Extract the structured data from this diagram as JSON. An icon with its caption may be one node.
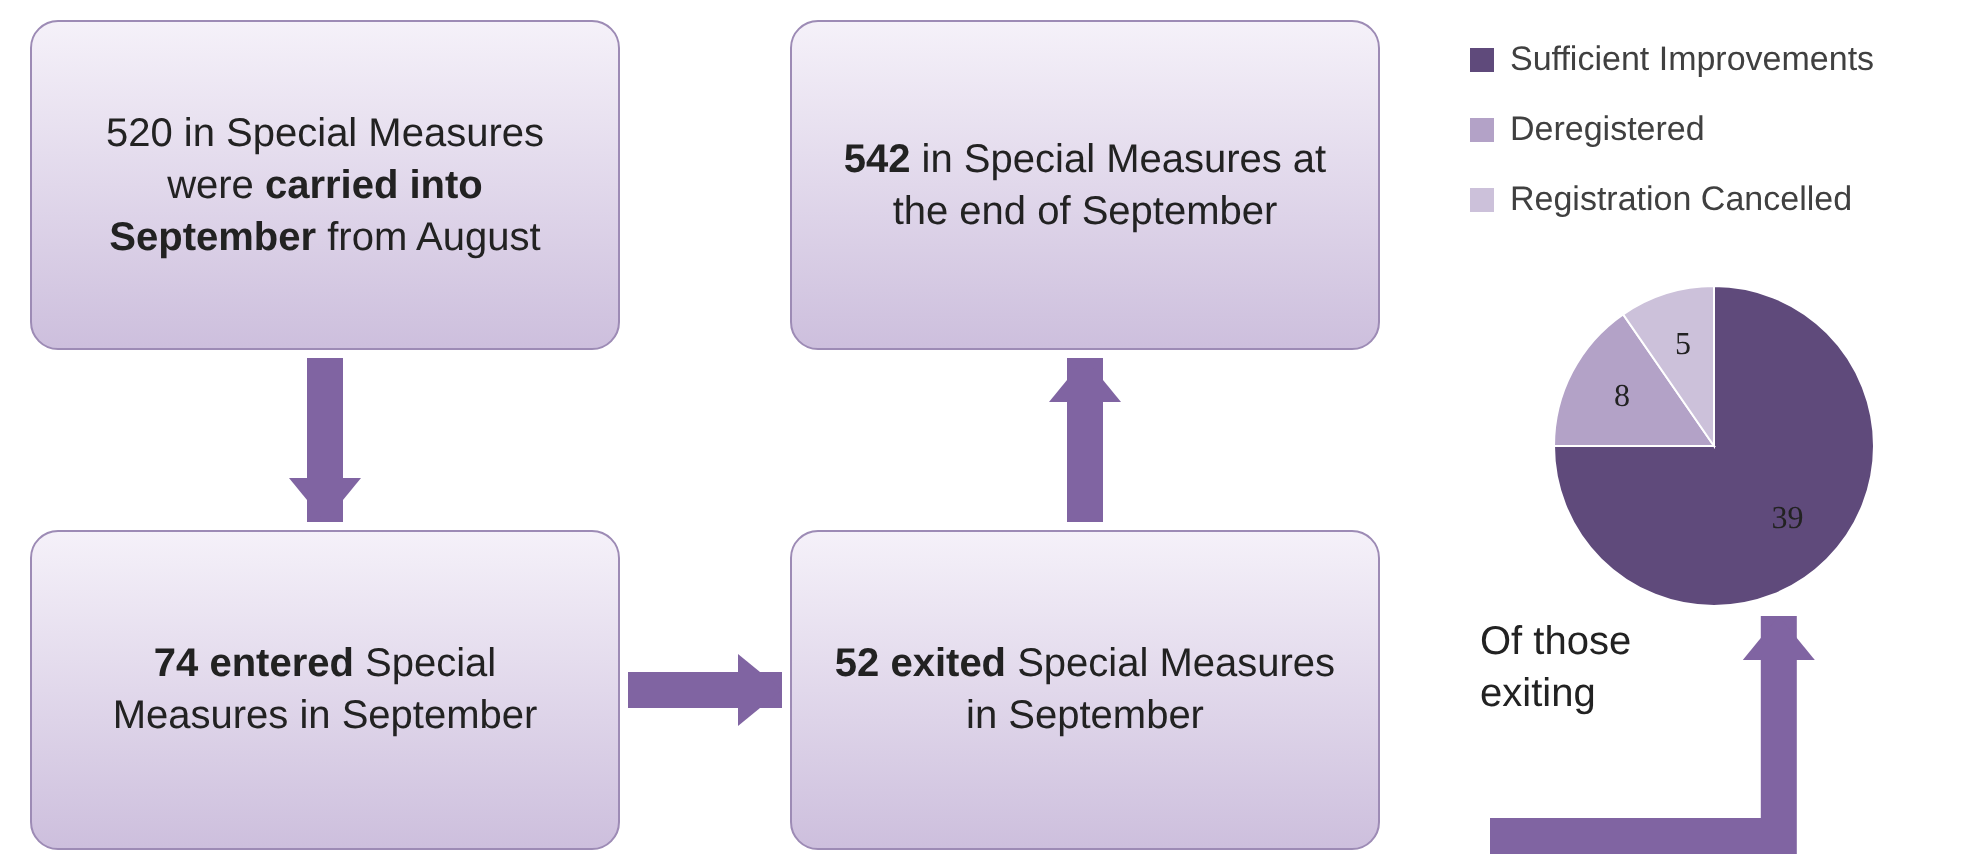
{
  "diagram": {
    "nodes": [
      {
        "text": [
          "520 in Special Measures were **carried into September** from August"
        ]
      },
      {
        "text": [
          "**542** in Special Measures at the end of September"
        ]
      },
      {
        "text": [
          "**74 entered** Special Measures in September"
        ]
      },
      {
        "text": [
          "**52 exited** Special Measures in September"
        ]
      },
      {
        "text": [],
        "shape": "picture"
      }
    ],
    "edges": [
      {
        "from": 0,
        "to": 2,
        "arrow": "to"
      },
      {
        "from": 2,
        "to": 3,
        "arrow": "to"
      },
      {
        "from": 3,
        "to": 1,
        "arrow": "to"
      },
      {
        "from": null,
        "to": 4,
        "arrow": "to",
        "label": "Of those exiting"
      }
    ],
    "legend": [
      {
        "text": "Sufficient Improvements",
        "color": "#5f4a7b"
      },
      {
        "text": "Deregistered",
        "color": "#b3a2c7"
      },
      {
        "text": "Registration Cancelled",
        "color": "#ccc1da"
      }
    ],
    "chart_data": {
      "type": "pie",
      "values": [
        39,
        8,
        5
      ],
      "data_labels": true
    }
  }
}
